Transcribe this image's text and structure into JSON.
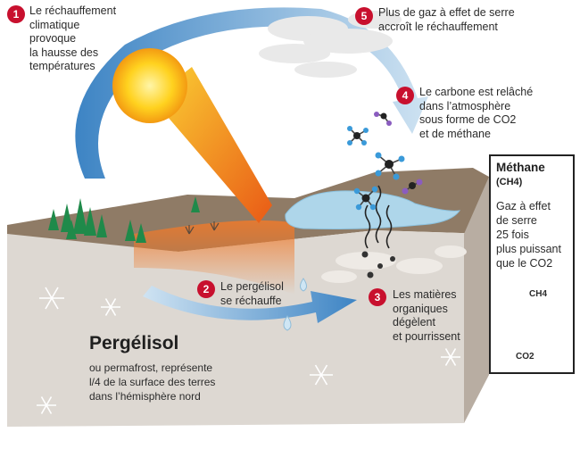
{
  "steps": [
    {
      "num": "1",
      "text": "Le réchauffement\nclimatique\nprovoque\nla hausse des\ntempératures"
    },
    {
      "num": "2",
      "text": "Le pergélisol\nse réchauffe"
    },
    {
      "num": "3",
      "text": "Les matières\norganiques\ndégèlent\net pourrissent"
    },
    {
      "num": "4",
      "text": "Le carbone est relâché\ndans l’atmosphère\nsous forme de CO2\net de méthane"
    },
    {
      "num": "5",
      "text": "Plus de gaz à effet de serre\naccroît le réchauffement"
    }
  ],
  "title": "Pergélisol",
  "subtitle": "ou permafrost, représente\nl/4 de la surface des terres\ndans l’hémisphère nord",
  "methane": {
    "title": "Méthane",
    "formula": "(CH4)",
    "description": "Gaz à effet\nde serre\n25 fois\nplus puissant\nque le CO2",
    "ch4_label": "CH4",
    "co2_label": "CO2"
  },
  "colors": {
    "badge": "#c8102e",
    "arrow": "#7fb1d9",
    "soil": "#8f7b66",
    "permafrost": "#ddd8d2",
    "water": "#aed6ea",
    "sun": "#f6c21c",
    "tree": "#1f8a4a"
  }
}
